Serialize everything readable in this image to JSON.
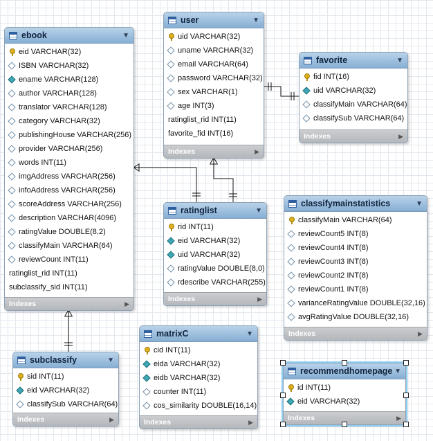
{
  "tables": {
    "ebook": {
      "title": "ebook",
      "fields": [
        {
          "icon": "key",
          "text": "eid VARCHAR(32)"
        },
        {
          "icon": "dopen",
          "text": "ISBN VARCHAR(32)"
        },
        {
          "icon": "dfill",
          "text": "ename VARCHAR(128)"
        },
        {
          "icon": "dopen",
          "text": "author VARCHAR(128)"
        },
        {
          "icon": "dopen",
          "text": "translator VARCHAR(128)"
        },
        {
          "icon": "dopen",
          "text": "category VARCHAR(32)"
        },
        {
          "icon": "dopen",
          "text": "publishingHouse VARCHAR(256)"
        },
        {
          "icon": "dopen",
          "text": "provider VARCHAR(256)"
        },
        {
          "icon": "dopen",
          "text": "words INT(11)"
        },
        {
          "icon": "dopen",
          "text": "imgAddress VARCHAR(256)"
        },
        {
          "icon": "dopen",
          "text": "infoAddress VARCHAR(256)"
        },
        {
          "icon": "dopen",
          "text": "scoreAddress VARCHAR(256)"
        },
        {
          "icon": "dopen",
          "text": "description VARCHAR(4096)"
        },
        {
          "icon": "dopen",
          "text": "ratingValue DOUBLE(8,2)"
        },
        {
          "icon": "dopen",
          "text": "classifyMain VARCHAR(64)"
        },
        {
          "icon": "dopen",
          "text": "reviewCount INT(11)"
        },
        {
          "icon": "none",
          "text": "ratinglist_rid INT(11)"
        },
        {
          "icon": "none",
          "text": "subclassify_sid INT(11)"
        }
      ],
      "footer": "Indexes"
    },
    "user": {
      "title": "user",
      "fields": [
        {
          "icon": "key",
          "text": "uid VARCHAR(32)"
        },
        {
          "icon": "dopen",
          "text": "uname VARCHAR(32)"
        },
        {
          "icon": "dopen",
          "text": "email VARCHAR(64)"
        },
        {
          "icon": "dopen",
          "text": "password VARCHAR(32)"
        },
        {
          "icon": "dopen",
          "text": "sex VARCHAR(1)"
        },
        {
          "icon": "dopen",
          "text": "age INT(3)"
        },
        {
          "icon": "none",
          "text": "ratinglist_rid INT(11)"
        },
        {
          "icon": "none",
          "text": "favorite_fid INT(16)"
        }
      ],
      "footer": "Indexes"
    },
    "favorite": {
      "title": "favorite",
      "fields": [
        {
          "icon": "key",
          "text": "fid INT(16)"
        },
        {
          "icon": "dfill",
          "text": "uid VARCHAR(32)"
        },
        {
          "icon": "dopen",
          "text": "classifyMain VARCHAR(64)"
        },
        {
          "icon": "dopen",
          "text": "classifySub VARCHAR(64)"
        }
      ],
      "footer": "Indexes"
    },
    "ratinglist": {
      "title": "ratinglist",
      "fields": [
        {
          "icon": "key",
          "text": "rid INT(11)"
        },
        {
          "icon": "dfill",
          "text": "eid VARCHAR(32)"
        },
        {
          "icon": "dfill",
          "text": "uid VARCHAR(32)"
        },
        {
          "icon": "dopen",
          "text": "ratingValue DOUBLE(8,0)"
        },
        {
          "icon": "dopen",
          "text": "rdescribe VARCHAR(255)"
        }
      ],
      "footer": "Indexes"
    },
    "classifymainstatistics": {
      "title": "classifymainstatistics",
      "fields": [
        {
          "icon": "key",
          "text": "classifyMain VARCHAR(64)"
        },
        {
          "icon": "dopen",
          "text": "reviewCount5 INT(8)"
        },
        {
          "icon": "dopen",
          "text": "reviewCount4 INT(8)"
        },
        {
          "icon": "dopen",
          "text": "reviewCount3 INT(8)"
        },
        {
          "icon": "dopen",
          "text": "reviewCount2 INT(8)"
        },
        {
          "icon": "dopen",
          "text": "reviewCount1 INT(8)"
        },
        {
          "icon": "dopen",
          "text": "varianceRatingValue DOUBLE(32,16)"
        },
        {
          "icon": "dopen",
          "text": "avgRatingValue DOUBLE(32,16)"
        }
      ],
      "footer": "Indexes"
    },
    "subclassify": {
      "title": "subclassify",
      "fields": [
        {
          "icon": "key",
          "text": "sid INT(11)"
        },
        {
          "icon": "dfill",
          "text": "eid VARCHAR(32)"
        },
        {
          "icon": "dopen",
          "text": "classifySub VARCHAR(64)"
        }
      ],
      "footer": "Indexes"
    },
    "matrixC": {
      "title": "matrixC",
      "fields": [
        {
          "icon": "key",
          "text": "cid INT(11)"
        },
        {
          "icon": "dfill",
          "text": "eida VARCHAR(32)"
        },
        {
          "icon": "dfill",
          "text": "eidb VARCHAR(32)"
        },
        {
          "icon": "dopen",
          "text": "counter INT(11)"
        },
        {
          "icon": "dopen",
          "text": "cos_similarity DOUBLE(16,14)"
        }
      ],
      "footer": "Indexes"
    },
    "recommendhomepage": {
      "title": "recommendhomepage",
      "fields": [
        {
          "icon": "key",
          "text": "id INT(11)"
        },
        {
          "icon": "dfill",
          "text": "eid VARCHAR(32)"
        }
      ],
      "footer": "Indexes"
    }
  },
  "relationships": [
    {
      "from": "user",
      "to": "favorite",
      "from_end": "one-mandatory",
      "to_end": "one-mandatory"
    },
    {
      "from": "ebook",
      "to": "ratinglist",
      "from_end": "many",
      "to_end": "one-mandatory"
    },
    {
      "from": "user",
      "to": "ratinglist",
      "from_end": "many",
      "to_end": "one-mandatory"
    },
    {
      "from": "ebook",
      "to": "subclassify",
      "from_end": "many",
      "to_end": "one-mandatory"
    }
  ],
  "selected_table": "recommendhomepage",
  "colors": {
    "header_top": "#b9d3ea",
    "header_bottom": "#86aed3",
    "footer": "#b4b7bb",
    "selection": "#8ecdf0",
    "key_icon": "#e0b21b",
    "fk_icon": "#3fa7b5"
  }
}
